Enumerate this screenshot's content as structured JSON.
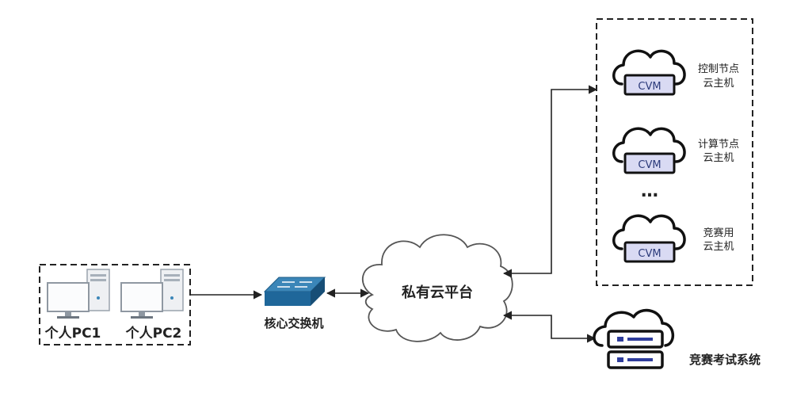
{
  "pc_group": {
    "pc1_label": "个人PC1",
    "pc2_label": "个人PC2"
  },
  "switch": {
    "label": "核心交换机"
  },
  "cloud_platform": {
    "label": "私有云平台"
  },
  "cloud_hosts": [
    {
      "line1": "控制节点",
      "line2": "云主机",
      "badge": "CVM"
    },
    {
      "line1": "计算节点",
      "line2": "云主机",
      "badge": "CVM"
    },
    {
      "line1": "竞赛用",
      "line2": "云主机",
      "badge": "CVM"
    }
  ],
  "ellipsis": "…",
  "exam_system": {
    "label": "竞赛考试系统"
  },
  "colors": {
    "line": "#222222",
    "switch_top": "#3b86b8",
    "switch_side": "#1d5b86",
    "cvm_fill": "#d9daf3",
    "server_accent": "#2f3d9c"
  }
}
